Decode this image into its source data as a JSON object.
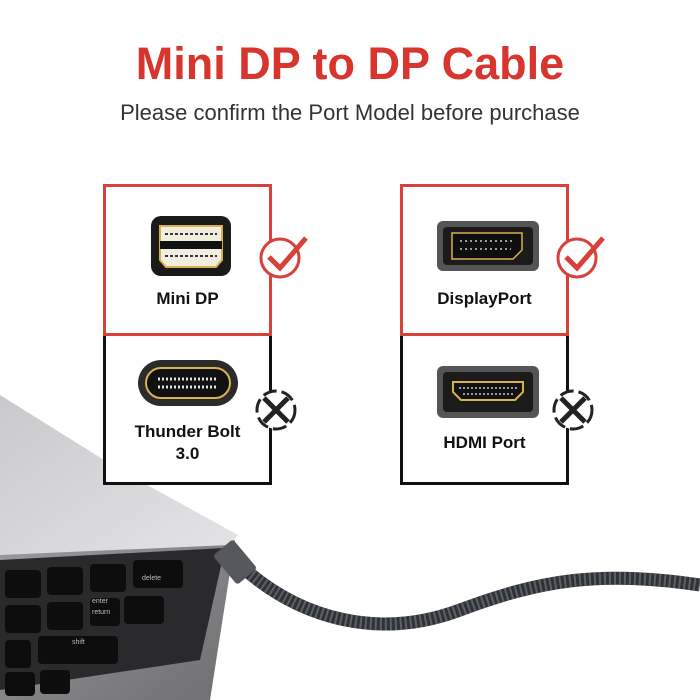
{
  "header": {
    "title": "Mini DP to DP Cable",
    "subtitle": "Please confirm the Port Model before purchase"
  },
  "ports": [
    {
      "label": "Mini DP",
      "compatible": true,
      "icon": "mini-displayport-connector-icon"
    },
    {
      "label": "Thunder Bolt 3.0",
      "line1": "Thunder Bolt",
      "line2": "3.0",
      "compatible": false,
      "icon": "usb-c-connector-icon"
    },
    {
      "label": "DisplayPort",
      "compatible": true,
      "icon": "displayport-connector-icon"
    },
    {
      "label": "HDMI Port",
      "compatible": false,
      "icon": "hdmi-connector-icon"
    }
  ],
  "keyboard_keys": [
    "delete",
    "enter",
    "return",
    "shift"
  ],
  "colors": {
    "accent": "#d8352e",
    "text": "#111111",
    "gold": "#c9a64a"
  }
}
